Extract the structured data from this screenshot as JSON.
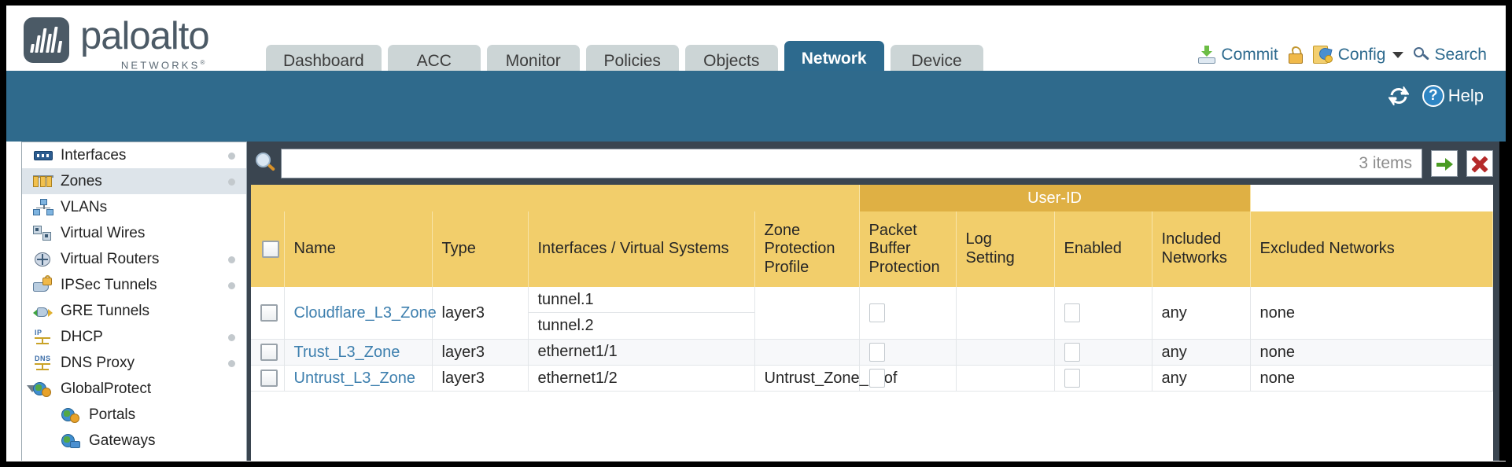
{
  "brand": {
    "name": "paloalto",
    "tagline": "NETWORKS",
    "registered": "®"
  },
  "tabs": [
    {
      "label": "Dashboard",
      "active": false
    },
    {
      "label": "ACC",
      "active": false
    },
    {
      "label": "Monitor",
      "active": false
    },
    {
      "label": "Policies",
      "active": false
    },
    {
      "label": "Objects",
      "active": false
    },
    {
      "label": "Network",
      "active": true
    },
    {
      "label": "Device",
      "active": false
    }
  ],
  "header_actions": {
    "commit": "Commit",
    "config": "Config",
    "search": "Search",
    "lock_icon": "padlock-icon",
    "commit_icon": "commit-icon",
    "config_icon": "config-wrench-icon",
    "search_icon": "search-icon",
    "caret": "chevron-down-icon"
  },
  "band": {
    "refresh_icon": "refresh-icon",
    "help_label": "Help",
    "help_icon": "help-question-icon"
  },
  "sidebar": {
    "items": [
      {
        "label": "Interfaces",
        "icon": "interfaces-icon",
        "selected": false,
        "dot": true,
        "indent": false,
        "tri": false
      },
      {
        "label": "Zones",
        "icon": "zones-icon",
        "selected": true,
        "dot": true,
        "indent": false,
        "tri": false
      },
      {
        "label": "VLANs",
        "icon": "vlans-icon",
        "selected": false,
        "dot": false,
        "indent": false,
        "tri": false
      },
      {
        "label": "Virtual Wires",
        "icon": "virtual-wires-icon",
        "selected": false,
        "dot": false,
        "indent": false,
        "tri": false
      },
      {
        "label": "Virtual Routers",
        "icon": "virtual-routers-icon",
        "selected": false,
        "dot": true,
        "indent": false,
        "tri": false
      },
      {
        "label": "IPSec Tunnels",
        "icon": "ipsec-tunnels-icon",
        "selected": false,
        "dot": true,
        "indent": false,
        "tri": false
      },
      {
        "label": "GRE Tunnels",
        "icon": "gre-tunnels-icon",
        "selected": false,
        "dot": false,
        "indent": false,
        "tri": false
      },
      {
        "label": "DHCP",
        "icon": "dhcp-icon",
        "selected": false,
        "dot": true,
        "indent": false,
        "tri": false
      },
      {
        "label": "DNS Proxy",
        "icon": "dns-proxy-icon",
        "selected": false,
        "dot": true,
        "indent": false,
        "tri": false
      },
      {
        "label": "GlobalProtect",
        "icon": "globalprotect-icon",
        "selected": false,
        "dot": false,
        "indent": false,
        "tri": true
      },
      {
        "label": "Portals",
        "icon": "portals-icon",
        "selected": false,
        "dot": false,
        "indent": true,
        "tri": false
      },
      {
        "label": "Gateways",
        "icon": "gateways-icon",
        "selected": false,
        "dot": false,
        "indent": true,
        "tri": false
      }
    ]
  },
  "filter": {
    "value": "",
    "placeholder": "",
    "items_count": "3 items",
    "apply_icon": "green-arrow-icon",
    "clear_icon": "red-x-icon"
  },
  "table": {
    "group_header": "User-ID",
    "columns": [
      "Name",
      "Type",
      "Interfaces / Virtual Systems",
      "Zone Protection Profile",
      "Packet Buffer Protection",
      "Log Setting",
      "Enabled",
      "Included Networks",
      "Excluded Networks"
    ],
    "rows": [
      {
        "name": "Cloudflare_L3_Zone",
        "type": "layer3",
        "interfaces": [
          "tunnel.1",
          "tunnel.2"
        ],
        "zone_protection_profile": "",
        "packet_buffer_protection": false,
        "log_setting": "",
        "userid_enabled": false,
        "included_networks": "any",
        "excluded_networks": "none"
      },
      {
        "name": "Trust_L3_Zone",
        "type": "layer3",
        "interfaces": [
          "ethernet1/1"
        ],
        "zone_protection_profile": "",
        "packet_buffer_protection": false,
        "log_setting": "",
        "userid_enabled": false,
        "included_networks": "any",
        "excluded_networks": "none"
      },
      {
        "name": "Untrust_L3_Zone",
        "type": "layer3",
        "interfaces": [
          "ethernet1/2"
        ],
        "zone_protection_profile": "Untrust_Zone_Prof",
        "packet_buffer_protection": false,
        "log_setting": "",
        "userid_enabled": false,
        "included_networks": "any",
        "excluded_networks": "none"
      }
    ]
  },
  "colors": {
    "band_blue": "#2f6a8c",
    "tab_active": "#2d6a8e",
    "tab_inactive": "#ccd5d6",
    "header_gold": "#f2ce6b",
    "group_gold": "#dfb044",
    "panel_dark": "#3a4550",
    "link_blue": "#3d7fae"
  }
}
